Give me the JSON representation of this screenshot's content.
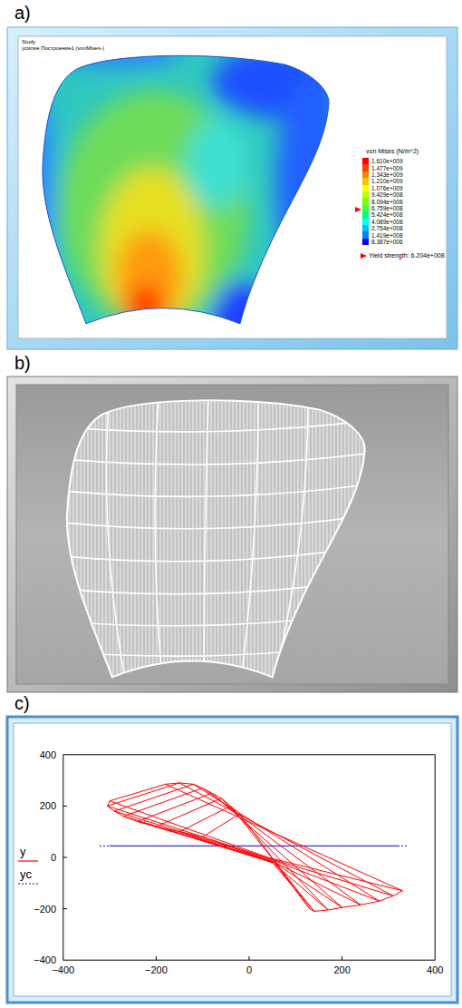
{
  "diagram": {
    "labels": [
      "a)",
      "Study",
      "усилие Построение1 (vonMises-)",
      "von Mises (N/m^2)",
      "Yield strength: 6.204e+008",
      "b)",
      "c)",
      "400",
      "200",
      "0",
      "−200",
      "−400",
      "−400",
      "−200",
      "0",
      "200",
      "400"
    ],
    "legend": [
      {
        "text": "1.610e+009",
        "color": "#ff0000"
      },
      {
        "text": "1.477e+009",
        "color": "#ff4000"
      },
      {
        "text": "1.343e+009",
        "color": "#ff8000"
      },
      {
        "text": "1.210e+009",
        "color": "#ffbf00"
      },
      {
        "text": "1.076e+009",
        "color": "#ffff00"
      },
      {
        "text": "9.429e+008",
        "color": "#bfff00"
      },
      {
        "text": "8.094e+008",
        "color": "#80ff00"
      },
      {
        "text": "6.759e+008",
        "color": "#40ff40"
      },
      {
        "text": "5.424e+008",
        "color": "#00ff80"
      },
      {
        "text": "4.089e+008",
        "color": "#00ffff"
      },
      {
        "text": "2.754e+008",
        "color": "#00bfff"
      },
      {
        "text": "1.419e+008",
        "color": "#0080ff"
      },
      {
        "text": "8.387e+006",
        "color": "#0000ff"
      },
      {
        "text": "y"
      },
      {
        "text": "yc"
      }
    ]
  }
}
